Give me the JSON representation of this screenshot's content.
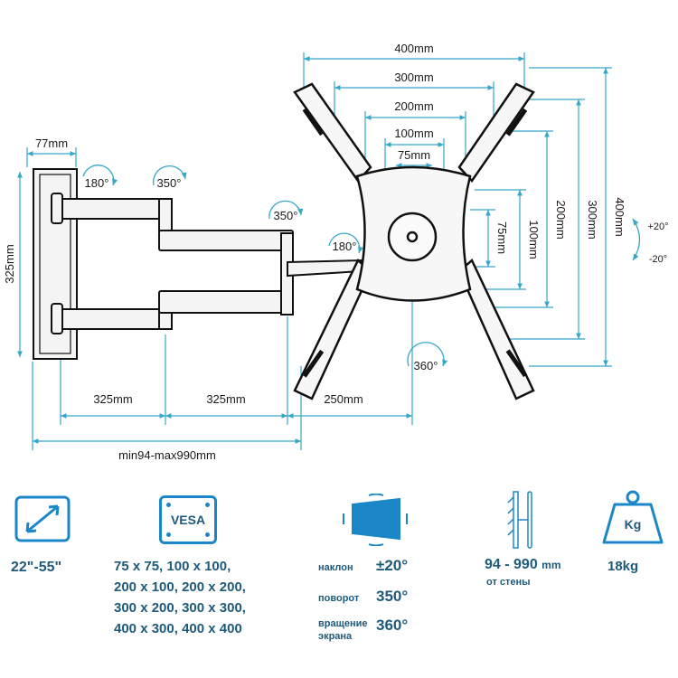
{
  "colors": {
    "accent": "#1b87c9",
    "text": "#1e5a7c",
    "line": "#36a7c9"
  },
  "dimensions": {
    "d400_top": "400mm",
    "d300_top": "300mm",
    "d200_top": "200mm",
    "d100_top": "100mm",
    "d75_top": "75mm",
    "d77": "77mm",
    "d325_side": "325mm",
    "d75_v": "75mm",
    "d100_v": "100mm",
    "d200_v": "200mm",
    "d300_v": "300mm",
    "d400_v": "400mm",
    "arm1": "325mm",
    "arm2": "325mm",
    "arm3": "250mm",
    "range": "min94-max990mm"
  },
  "rotations": {
    "r180_left": "180°",
    "r350_top": "350°",
    "r350_mid": "350°",
    "r180_mid": "180°",
    "r360": "360°"
  },
  "tilt": {
    "plus": "+20°",
    "minus": "-20°"
  },
  "specs": {
    "screen_size": "22\"-55\"",
    "vesa_label": "VESA",
    "vesa_list": [
      "75 x 75, 100 x 100,",
      "200 x 100, 200 x 200,",
      "300 x 200, 300 x 300,",
      "400 x 300, 400 x 400"
    ],
    "tilt_label": "наклон",
    "tilt_value": "±20°",
    "swivel_label": "поворот",
    "swivel_value": "350°",
    "rotate_label_1": "вращение",
    "rotate_label_2": "экрана",
    "rotate_value": "360°",
    "distance_value": "94 - 990",
    "distance_unit": "mm",
    "distance_note": "от стены",
    "weight_icon_label": "Kg",
    "weight_value": "18kg"
  }
}
